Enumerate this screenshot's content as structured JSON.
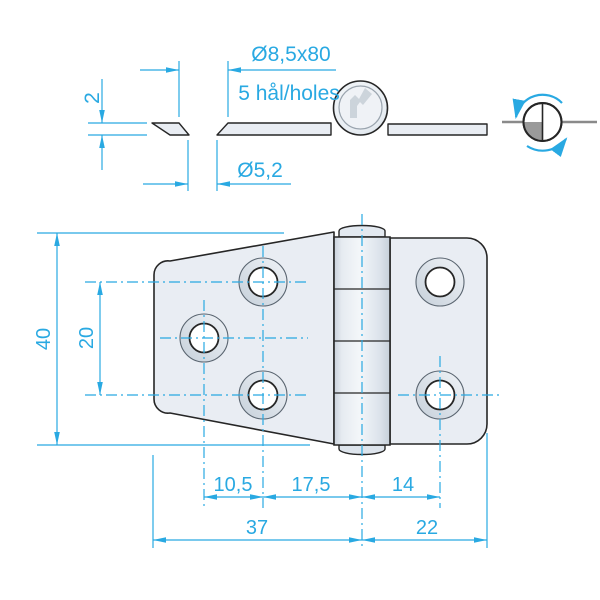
{
  "drawing_type": "technical-drawing-hinge",
  "colors": {
    "dimension_blue": "#29a9e2",
    "outline_dark": "#262626",
    "part_fill": "#e9edf3",
    "symbol_gray": "#9a9a9a"
  },
  "side_view": {
    "countersink_spec": "Ø8,5x80",
    "holes_note": "5 hål/holes",
    "thickness": "2",
    "hole_diameter": "Ø5,2"
  },
  "front_view": {
    "overall_height": "40",
    "hole_pitch_vertical": "20",
    "hole_offset": "10,5",
    "holes_to_pivot": "17,5",
    "pivot_to_holes": "14",
    "left_leaf_width": "37",
    "right_leaf_width": "22"
  }
}
